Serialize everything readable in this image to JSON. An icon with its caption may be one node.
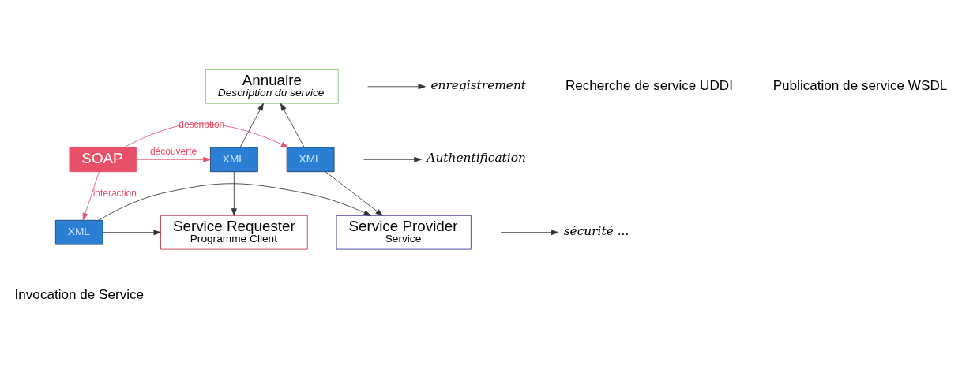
{
  "diagram": {
    "nodes": [
      {
        "text": [
          "Annuaire",
          "Description du service"
        ]
      },
      {
        "text": [
          "XML"
        ]
      },
      {
        "text": [
          "SOAP"
        ]
      },
      {
        "text": [
          "XML"
        ]
      },
      {
        "text": [
          "Service Requester",
          "Programme Client"
        ]
      },
      {
        "text": [
          "XML"
        ]
      },
      {
        "text": [
          "Service Provider",
          "Service"
        ]
      },
      {
        "text": [
          "Authentification"
        ]
      },
      {
        "text": [
          "enregistrement"
        ]
      },
      {
        "text": [
          "sécurité ..."
        ]
      }
    ],
    "edges": [
      {
        "from": 1,
        "to": 0,
        "arrow": "to"
      },
      {
        "from": 2,
        "to": 1,
        "arrow": "to",
        "label": "découverte",
        "color": "#e8506a"
      },
      {
        "from": 2,
        "to": 3,
        "arrow": "to",
        "label": "description",
        "color": "#e8506a"
      },
      {
        "from": 3,
        "to": 0,
        "arrow": "to"
      },
      {
        "from": 1,
        "to": 4,
        "arrow": "to"
      },
      {
        "from": 2,
        "to": 5,
        "arrow": "to",
        "label": "interaction",
        "color": "#e8506a"
      },
      {
        "from": 3,
        "to": 6,
        "arrow": "to"
      },
      {
        "from": 5,
        "to": 4,
        "arrow": "to"
      },
      {
        "from": 5,
        "to": 6,
        "arrow": "to"
      },
      {
        "from": null,
        "to": 7,
        "arrow": "to"
      },
      {
        "from": null,
        "to": 8,
        "arrow": "to"
      },
      {
        "from": null,
        "to": 9,
        "arrow": "to"
      }
    ],
    "labels": [
      "Recherche de service UDDI",
      "Publication de service WSDL",
      "Invocation de Service"
    ]
  }
}
